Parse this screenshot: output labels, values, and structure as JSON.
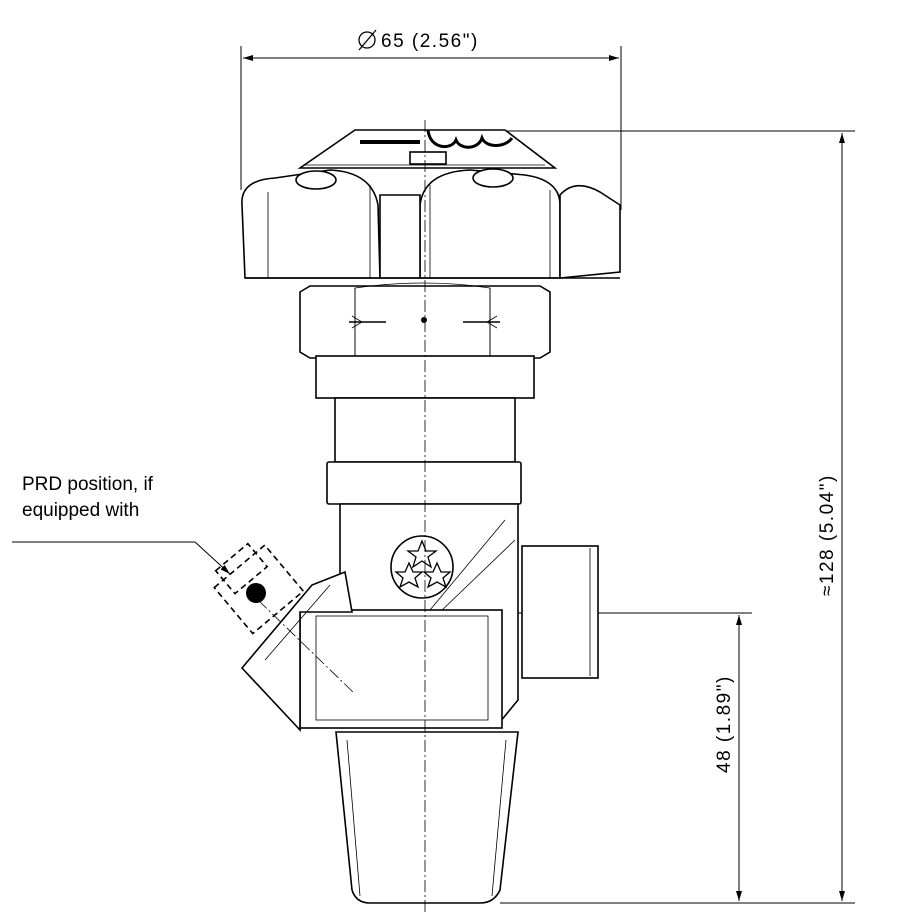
{
  "dimensions": {
    "diameter": "65 (2.56\")",
    "height_total": "≈128 (5.04\")",
    "height_outlet": "48 (1.89\")"
  },
  "notes": {
    "prd_line1": "PRD position, if",
    "prd_line2": "equipped with"
  },
  "colors": {
    "ink": "#000000",
    "paper": "#ffffff"
  }
}
